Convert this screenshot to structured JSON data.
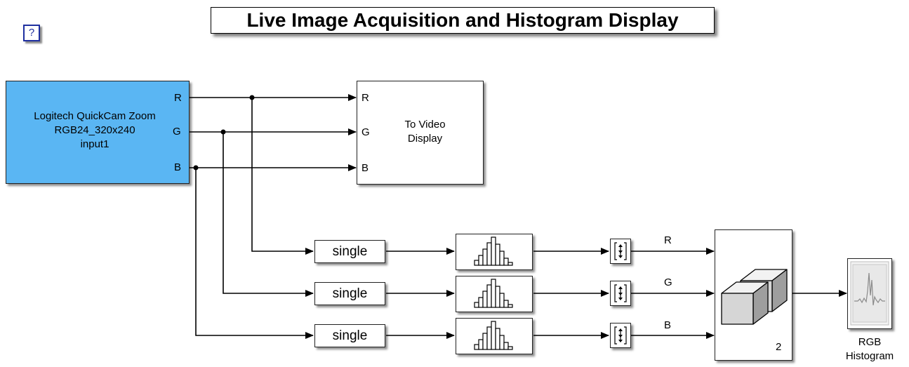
{
  "title": "Live Image Acquisition and Histogram Display",
  "help_label": "?",
  "camera": {
    "line1": "Logitech QuickCam Zoom",
    "line2": "RGB24_320x240",
    "line3": "input1",
    "ports": [
      "R",
      "G",
      "B"
    ],
    "color": "#5ab6f3"
  },
  "video_display": {
    "line1": "To Video",
    "line2": "Display",
    "ports": [
      "R",
      "G",
      "B"
    ]
  },
  "convert_blocks": [
    "single",
    "single",
    "single"
  ],
  "signal_labels": [
    "R",
    "G",
    "B"
  ],
  "concat_param": "2",
  "scope": {
    "line1": "RGB",
    "line2": "Histogram"
  }
}
